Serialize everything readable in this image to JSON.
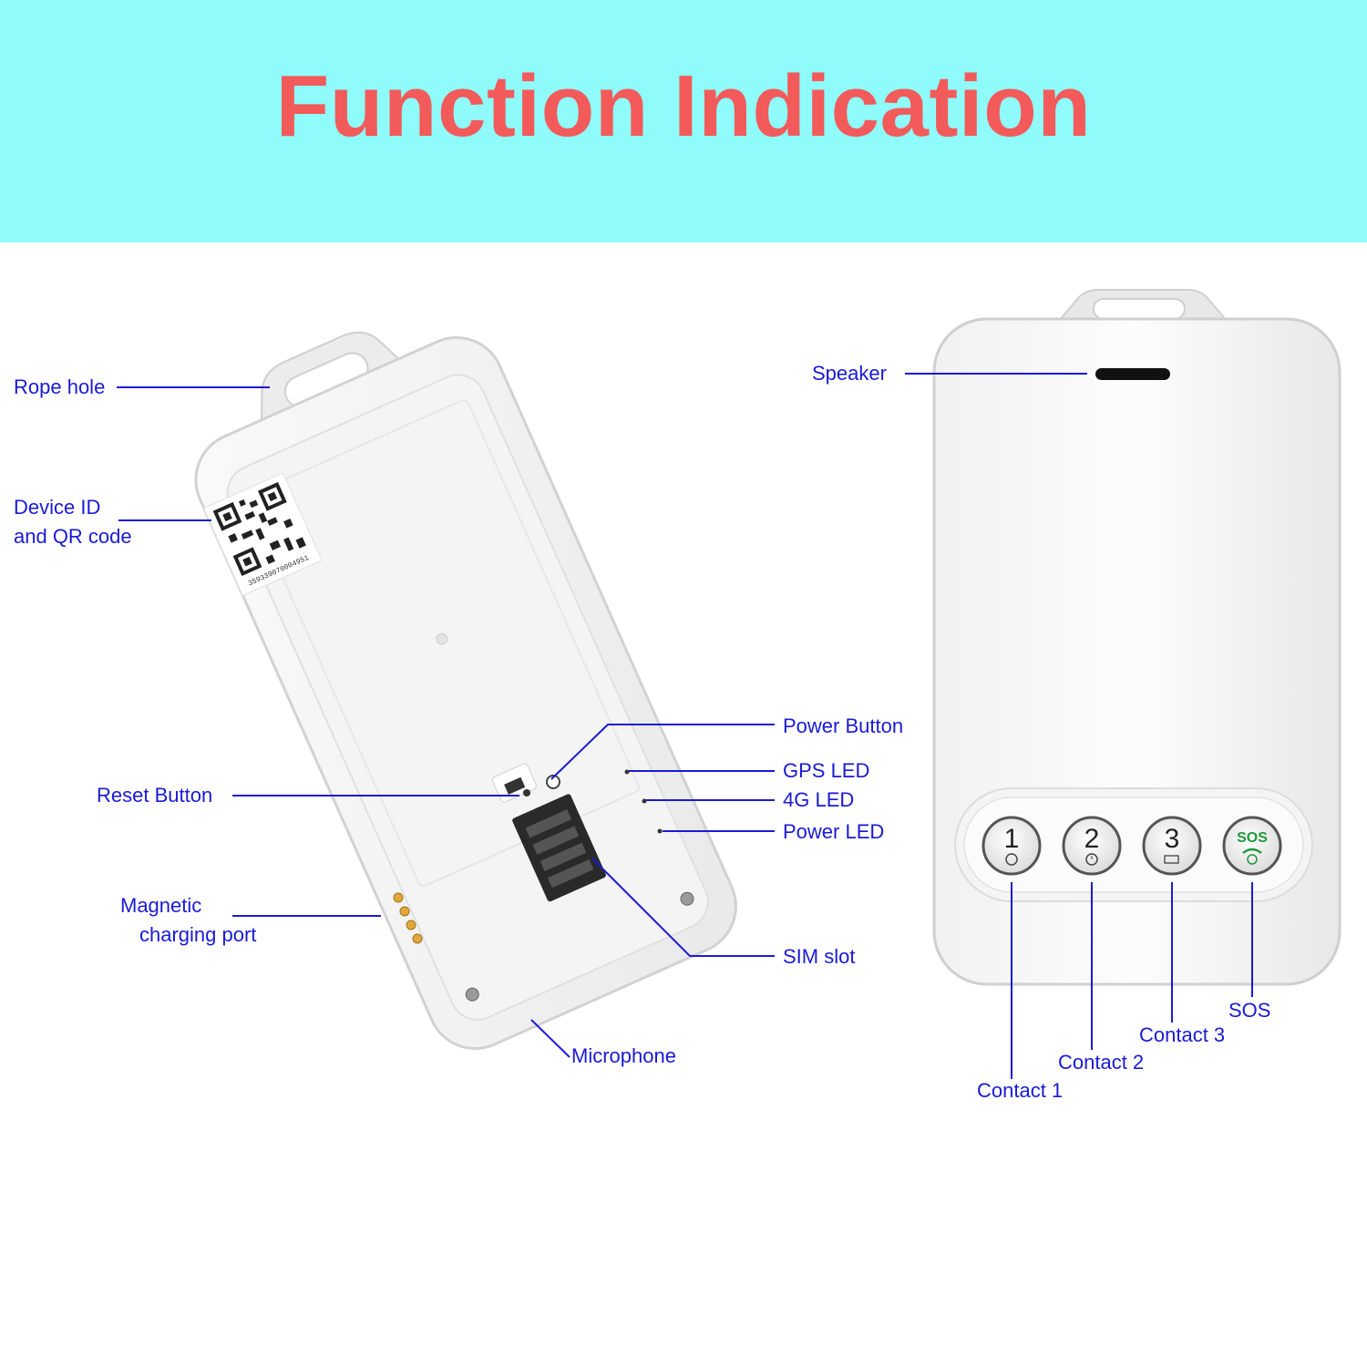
{
  "banner": {
    "title": "Function Indication"
  },
  "back_view": {
    "labels": {
      "rope_hole": "Rope hole",
      "device_id_line1": "Device ID",
      "device_id_line2": "and QR code",
      "power_button": "Power Button",
      "gps_led": "GPS LED",
      "led_4g": "4G LED",
      "power_led": "Power LED",
      "reset_button": "Reset Button",
      "magnetic_line1": "Magnetic",
      "magnetic_line2": "charging port",
      "sim_slot": "SIM slot",
      "microphone": "Microphone"
    },
    "qr_serial": "359339070004951"
  },
  "front_view": {
    "labels": {
      "speaker": "Speaker",
      "contact1": "Contact 1",
      "contact2": "Contact 2",
      "contact3": "Contact 3",
      "sos": "SOS"
    },
    "buttons": [
      {
        "number": "1",
        "icon": "phone-small-icon"
      },
      {
        "number": "2",
        "icon": "clock-small-icon"
      },
      {
        "number": "3",
        "icon": "battery-small-icon"
      },
      {
        "number": "SOS",
        "icon": "sos-phone-icon"
      }
    ]
  },
  "colors": {
    "banner_bg": "#8ffbfb",
    "title": "#f35a5a",
    "label_text": "#1a1ad6",
    "leader_line": "#1a1ad6",
    "sos_green": "#1e9a3a"
  }
}
